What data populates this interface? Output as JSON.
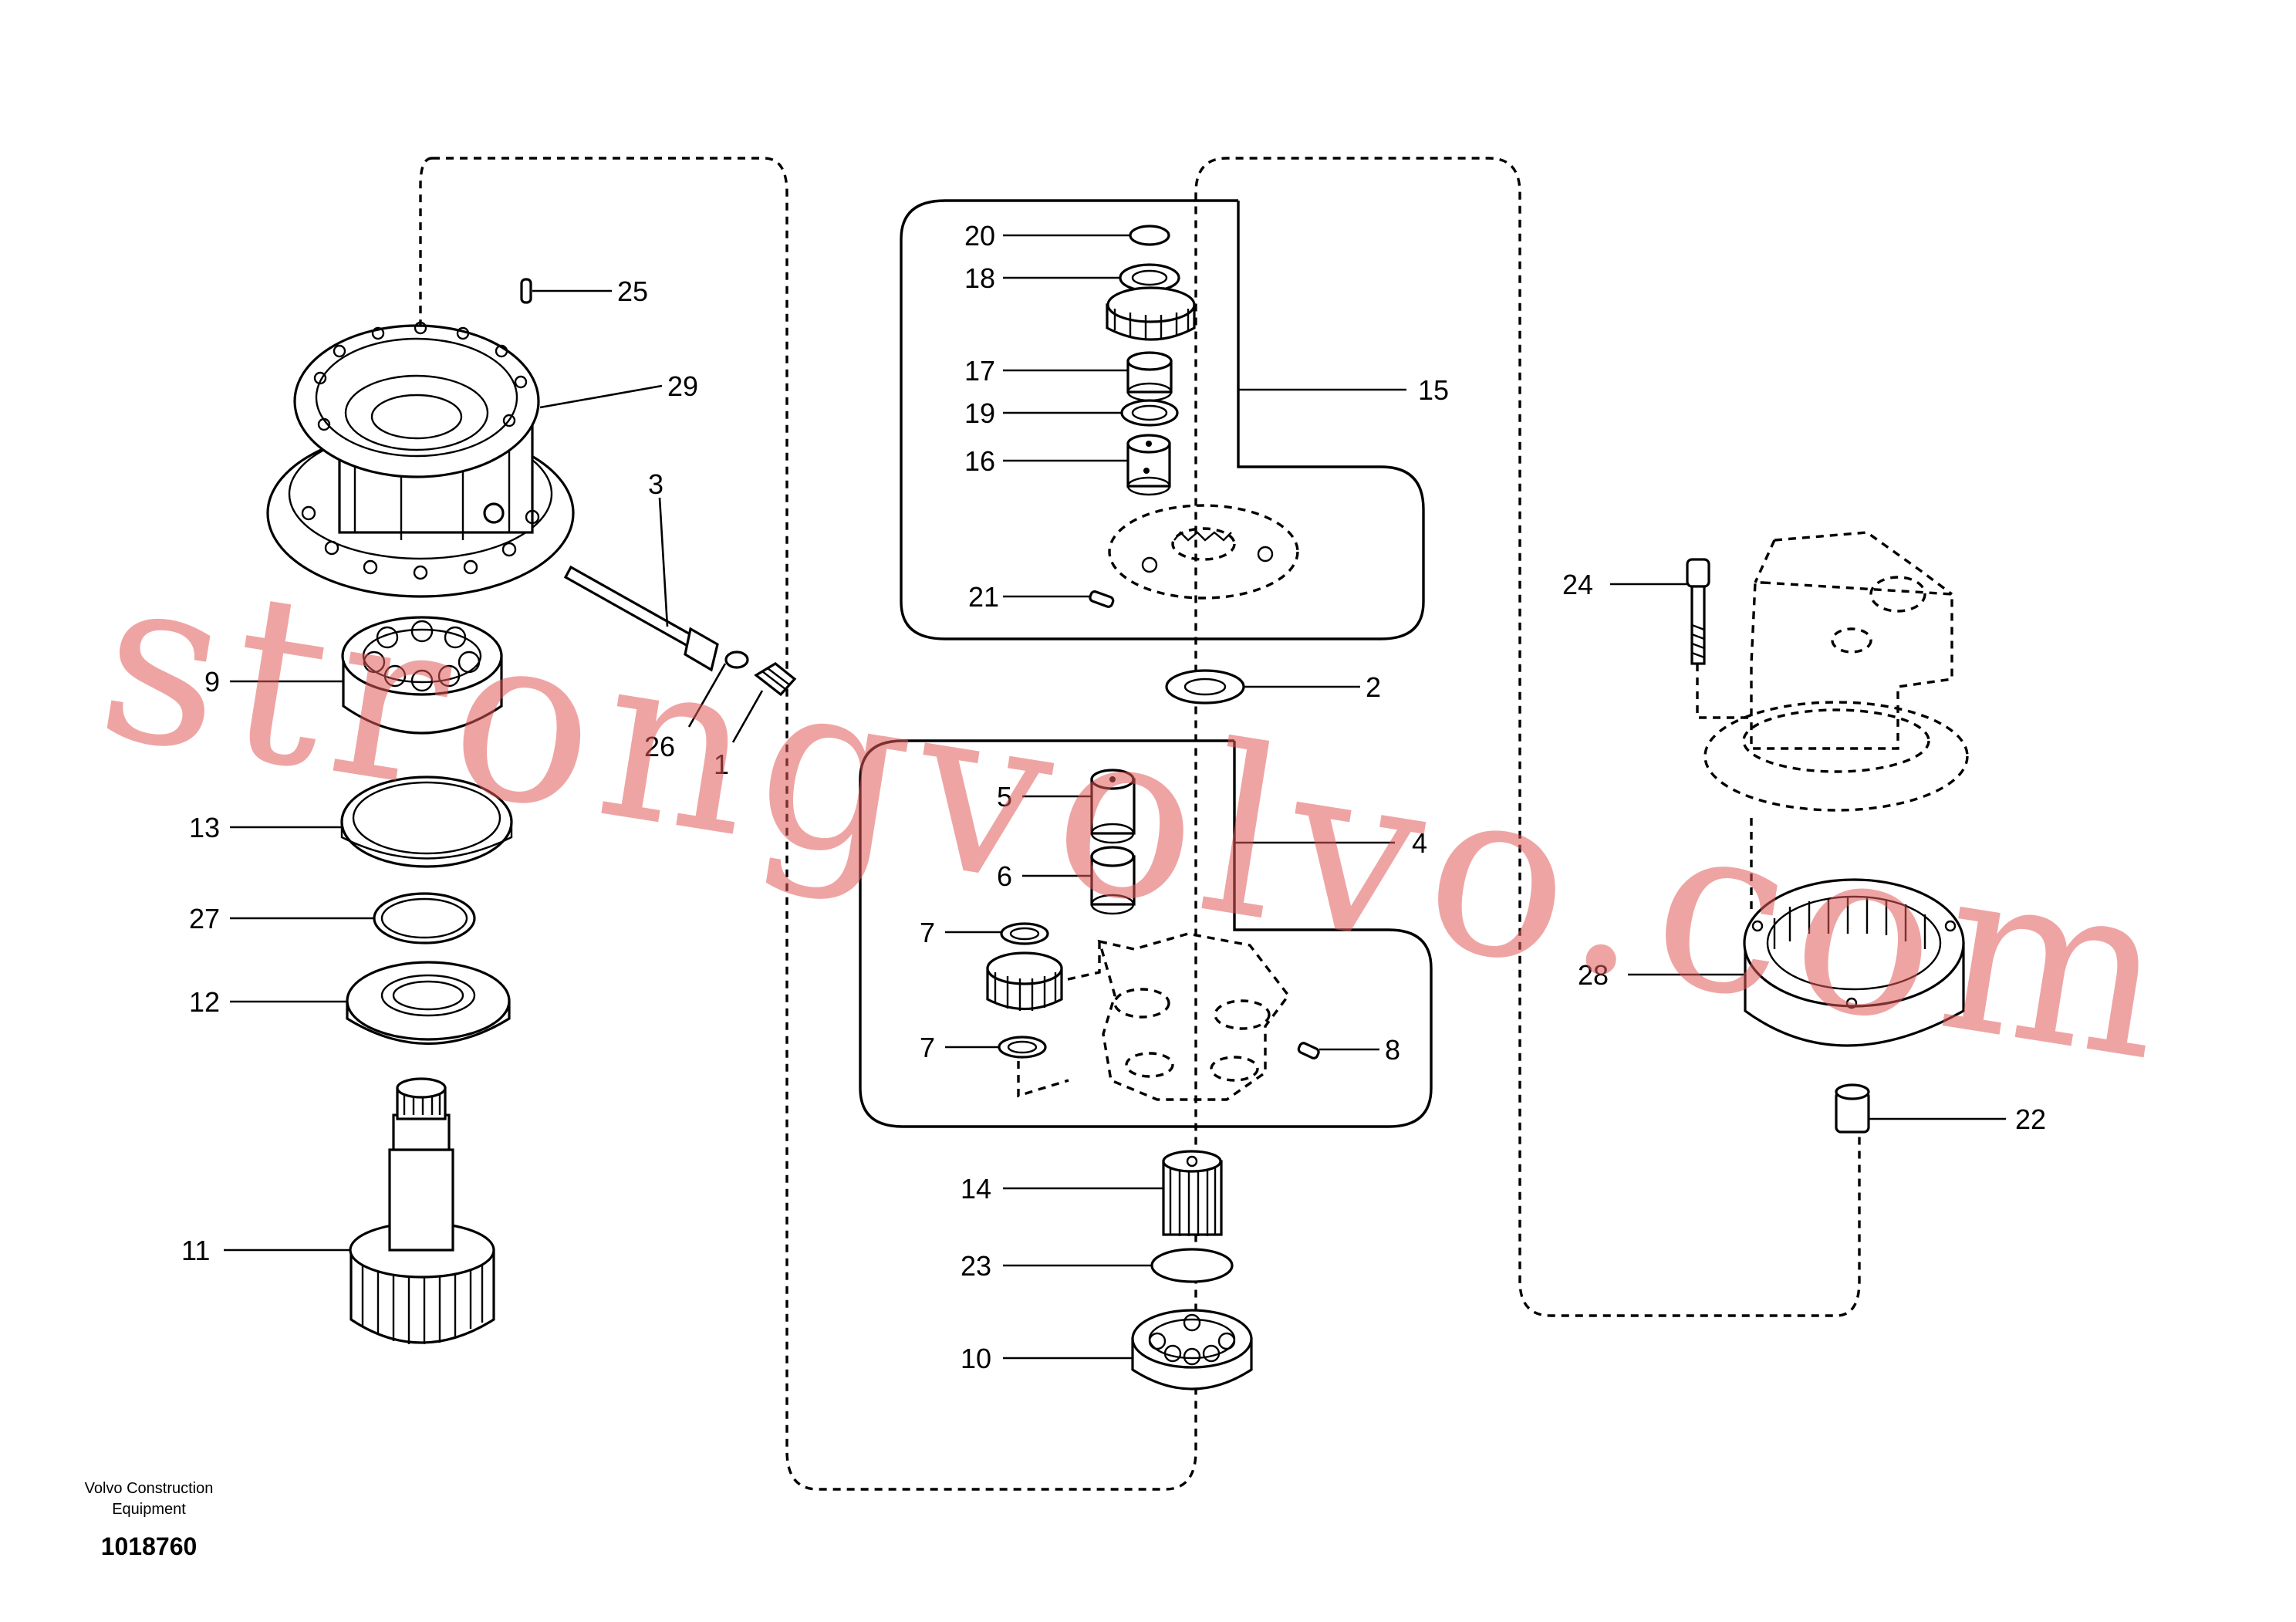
{
  "callouts": {
    "c1": "1",
    "c2": "2",
    "c3": "3",
    "c4": "4",
    "c5": "5",
    "c6": "6",
    "c7a": "7",
    "c7b": "7",
    "c8": "8",
    "c9": "9",
    "c10": "10",
    "c11": "11",
    "c12": "12",
    "c13": "13",
    "c14": "14",
    "c15": "15",
    "c16": "16",
    "c17": "17",
    "c18": "18",
    "c19": "19",
    "c20": "20",
    "c21": "21",
    "c22": "22",
    "c23": "23",
    "c24": "24",
    "c25": "25",
    "c26": "26",
    "c27": "27",
    "c28": "28",
    "c29": "29"
  },
  "footer": {
    "brand_line1": "Volvo Construction",
    "brand_line2": "Equipment",
    "drawing_id": "1018760"
  },
  "watermark": {
    "text": "strongvolvo.com",
    "color": "#e25a5a"
  }
}
